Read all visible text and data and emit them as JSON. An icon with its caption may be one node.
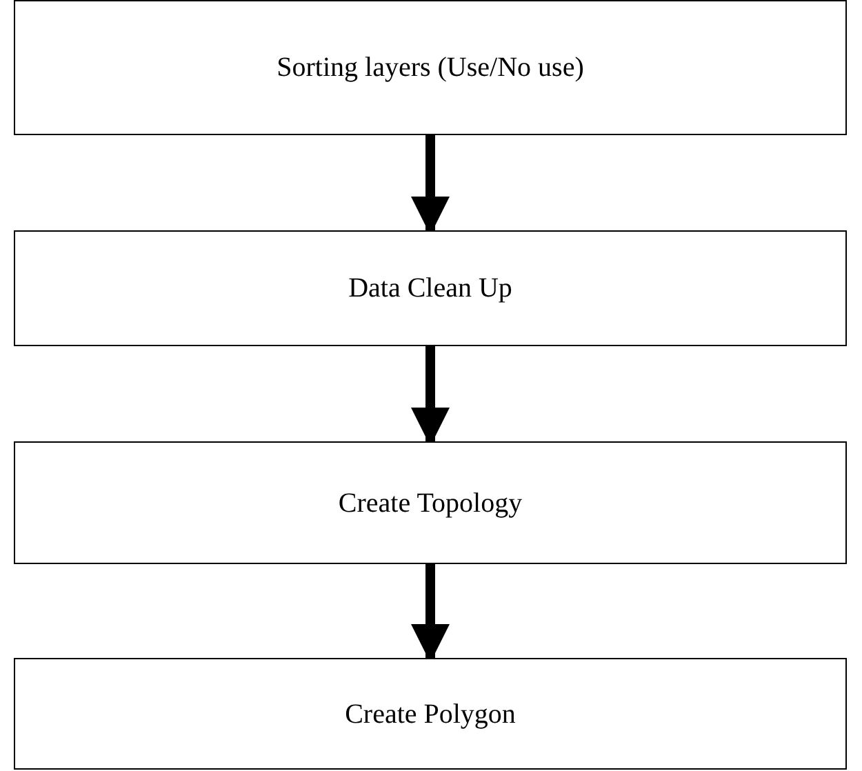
{
  "diagram": {
    "nodes": [
      {
        "text": [
          "Sorting layers (Use/No use)"
        ]
      },
      {
        "text": [
          "Data Clean Up"
        ]
      },
      {
        "text": [
          "Create Topology"
        ]
      },
      {
        "text": [
          "Create Polygon"
        ]
      }
    ],
    "edges": [
      {
        "from": 0,
        "to": 1,
        "arrow": "to"
      },
      {
        "from": 1,
        "to": 2,
        "arrow": "to"
      },
      {
        "from": 2,
        "to": 3,
        "arrow": "to"
      }
    ]
  }
}
